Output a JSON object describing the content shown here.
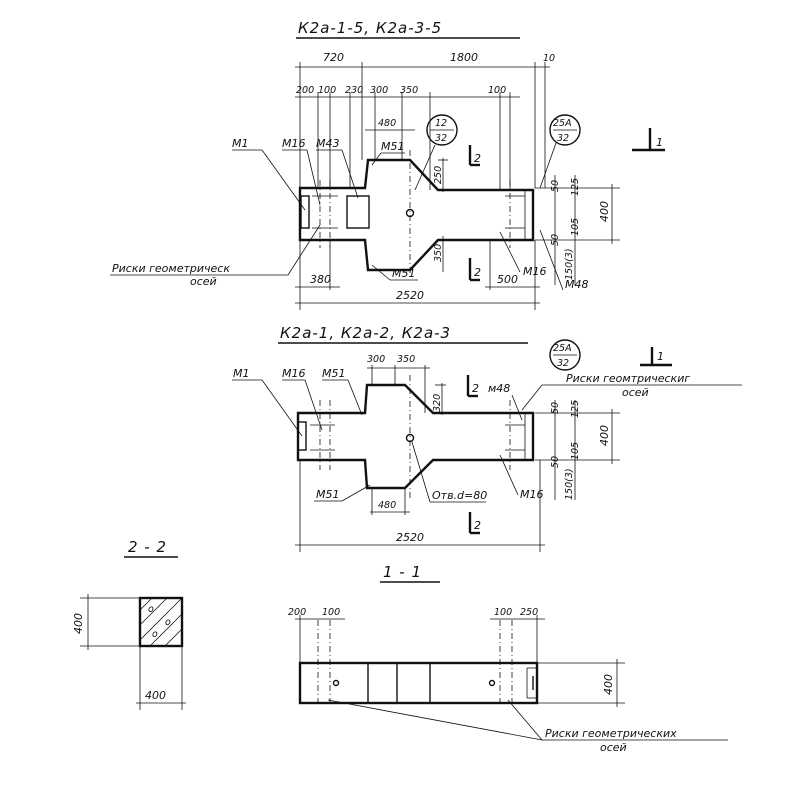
{
  "titles": {
    "top": "К2а-1-5, К2а-3-5",
    "middle": "К2а-1, К2а-2, К2а-3",
    "section_22": "2 - 2",
    "section_11": "1 - 1"
  },
  "top_view": {
    "dim_720": "720",
    "dim_1800": "1800",
    "dim_10": "10",
    "dim_200": "200",
    "dim_100a": "100",
    "dim_230": "230",
    "dim_300": "300",
    "dim_350": "350",
    "dim_100b": "100",
    "dim_480": "480",
    "dim_250": "250",
    "dim_350v": "350",
    "dim_380": "380",
    "dim_500": "500",
    "dim_2520": "2520",
    "dim_50": "50",
    "dim_125": "125",
    "dim_400": "400",
    "dim_105": "105",
    "dim_50b": "50",
    "dim_150": "150(3)",
    "m1": "М1",
    "m16": "М16",
    "m43": "М43",
    "m51_top": "М51",
    "m51_bot": "М51",
    "m16_right": "М16",
    "m48": "М48",
    "badge1_top": "12",
    "badge1_bot": "32",
    "badge2_top": "25А",
    "badge2_bot": "32",
    "sec2_top": "2",
    "sec2_bot": "2",
    "sec1": "1",
    "axis_label_1": "Риски геометрическ",
    "axis_label_2": "осей"
  },
  "middle_view": {
    "dim_300": "300",
    "dim_350": "350",
    "dim_320": "320",
    "dim_480": "480",
    "dim_2520": "2520",
    "dim_400": "400",
    "dim_125": "125",
    "dim_105": "105",
    "dim_50": "50",
    "dim_50b": "50",
    "dim_150": "150(3)",
    "m1": "М1",
    "m16": "М16",
    "m51_top": "М51",
    "m51_bot": "М51",
    "m48": "м48",
    "m16_right": "М16",
    "hole": "Отв.d=80",
    "badge_top": "25А",
    "badge_bot": "32",
    "sec2_top": "2",
    "sec2_bot": "2",
    "sec1": "1",
    "axis_label_1": "Риски геомтрическиг",
    "axis_label_2": "осей"
  },
  "section_22_view": {
    "dim_400v": "400",
    "dim_400h": "400"
  },
  "section_11_view": {
    "dim_200": "200",
    "dim_100a": "100",
    "dim_100b": "100",
    "dim_250": "250",
    "dim_400": "400",
    "sec1": "1",
    "axis_label_1": "Риски геометрических",
    "axis_label_2": "осей"
  }
}
